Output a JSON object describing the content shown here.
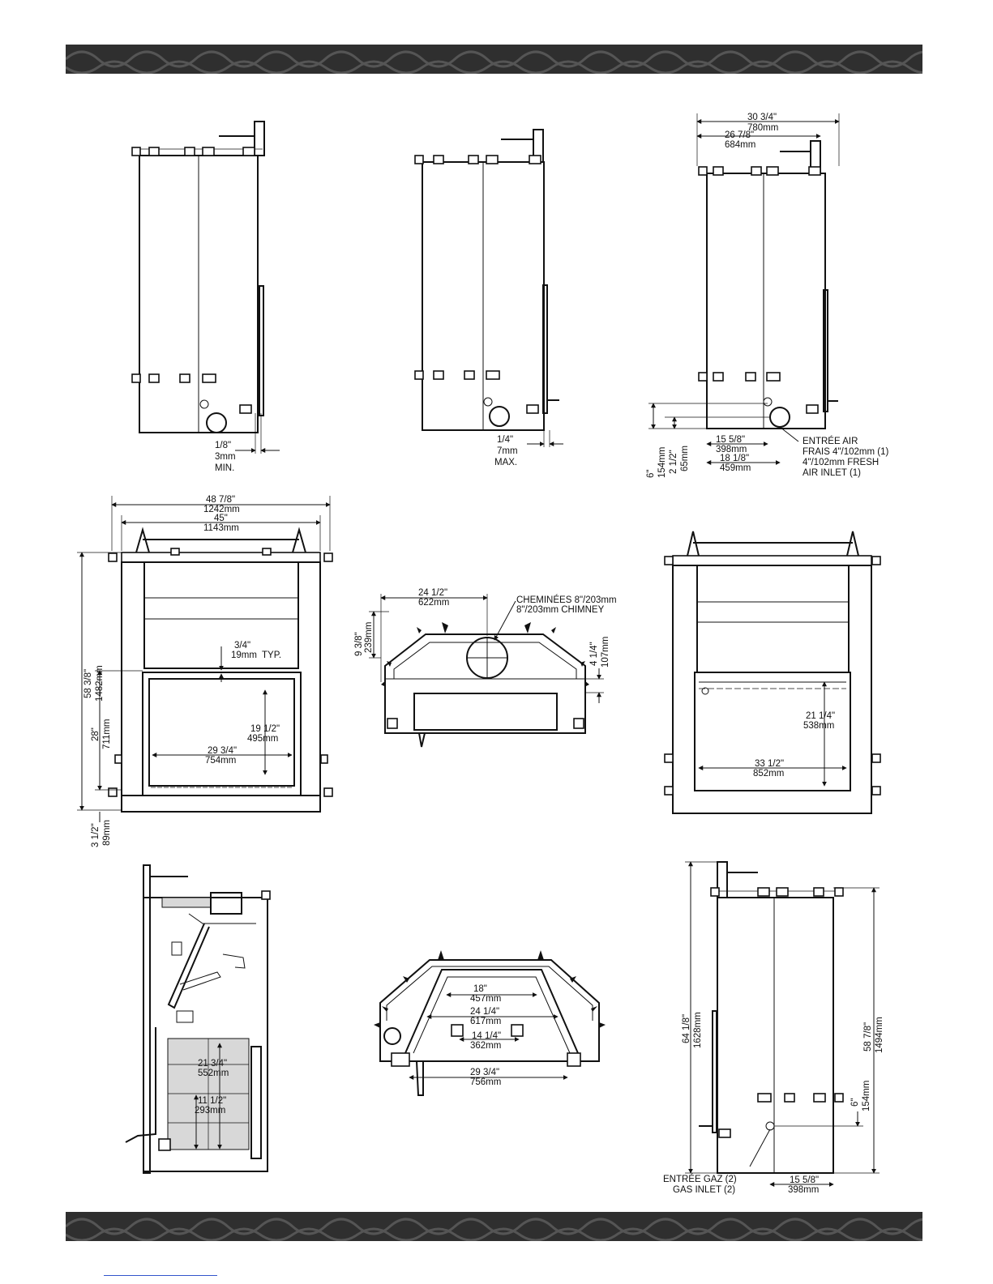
{
  "colors": {
    "band": "#2f2f2f",
    "band_pattern": "#555555",
    "line": "#111111"
  },
  "views": {
    "side_left": {
      "gap_dims": [
        "1/8\"",
        "3mm",
        "MIN."
      ]
    },
    "side_middle": {
      "gap_dims": [
        "1/4\"",
        "7mm",
        "MAX."
      ]
    },
    "side_right": {
      "overall_width": [
        "30 3/4\"",
        "780mm"
      ],
      "inner_width": [
        "26 7/8\"",
        "684mm"
      ],
      "air_offset_a": [
        "15 5/8\"",
        "398mm"
      ],
      "air_offset_b": [
        "18 1/8\"",
        "459mm"
      ],
      "air_height": [
        "6\"",
        "154mm"
      ],
      "air_center": [
        "2 1/2\"",
        "65mm"
      ],
      "fresh_air_note": [
        "ENTRÉE AIR",
        "FRAIS 4\"/102mm (1)",
        "4\"/102mm FRESH",
        "AIR INLET (1)"
      ]
    },
    "front_left": {
      "overall_width": [
        "48 7/8\"",
        "1242mm"
      ],
      "frame_width": [
        "45\"",
        "1143mm"
      ],
      "overall_height": [
        "58 3/8\"",
        "1482mm"
      ],
      "opening_height": [
        "28\"",
        "711mm"
      ],
      "glass_height": [
        "19 1/2\"",
        "495mm"
      ],
      "glass_width": [
        "29 3/4\"",
        "754mm"
      ],
      "typ_dim": [
        "3/4\"",
        "19mm"
      ],
      "typ_label": "TYP.",
      "base_height": [
        "3 1/2\"",
        "89mm"
      ]
    },
    "top_view": {
      "chimney_offset": [
        "24 1/2\"",
        "622mm"
      ],
      "chimney_note": [
        "CHEMINÉES 8\"/203mm",
        "8\"/203mm CHIMNEY"
      ],
      "depth_a": [
        "9 3/8\"",
        "239mm"
      ],
      "depth_b": [
        "4 1/4\"",
        "107mm"
      ]
    },
    "front_right": {
      "glass_height": [
        "21 1/4\"",
        "538mm"
      ],
      "glass_width": [
        "33 1/2\"",
        "852mm"
      ]
    },
    "section": {
      "firebox_height": [
        "21 3/4\"",
        "552mm"
      ],
      "grate_height": [
        "11 1/2\"",
        "293mm"
      ]
    },
    "plan_bottom": {
      "back_width": [
        "18\"",
        "457mm"
      ],
      "mid_width": [
        "24 1/4\"",
        "617mm"
      ],
      "front_inner": [
        "14 1/4\"",
        "362mm"
      ],
      "front_width": [
        "29 3/4\"",
        "756mm"
      ]
    },
    "rear": {
      "overall_height": [
        "64 1/8\"",
        "1628mm"
      ],
      "body_height": [
        "58 7/8\"",
        "1494mm"
      ],
      "gas_height": [
        "6\"",
        "154mm"
      ],
      "gas_offset": [
        "15 5/8\"",
        "398mm"
      ],
      "gas_note": [
        "ENTRÉE GAZ (2)",
        "GAS INLET (2)"
      ]
    }
  }
}
